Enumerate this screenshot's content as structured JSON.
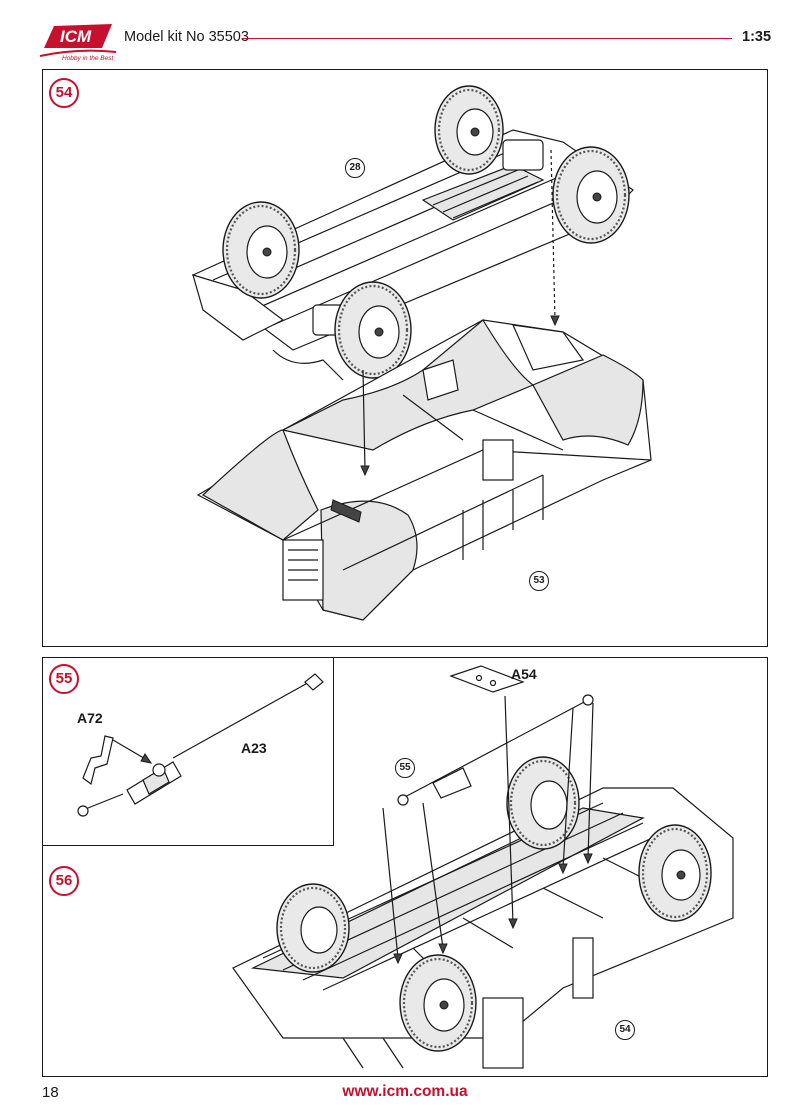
{
  "header": {
    "logo_text": "ICM",
    "logo_tagline": "Hobby in the Best",
    "model_title": "Model kit No 35503",
    "scale": "1:35"
  },
  "steps": {
    "step_54": "54",
    "step_55": "55",
    "step_56": "56"
  },
  "callouts": {
    "ref_28": "28",
    "ref_53": "53",
    "ref_55": "55",
    "ref_54": "54"
  },
  "parts": {
    "a72": "A72",
    "a23": "A23",
    "a54": "A54"
  },
  "footer": {
    "page_number": "18",
    "url": "www.icm.com.ua"
  },
  "colors": {
    "accent": "#c8102e",
    "line": "#1a1a1a"
  }
}
